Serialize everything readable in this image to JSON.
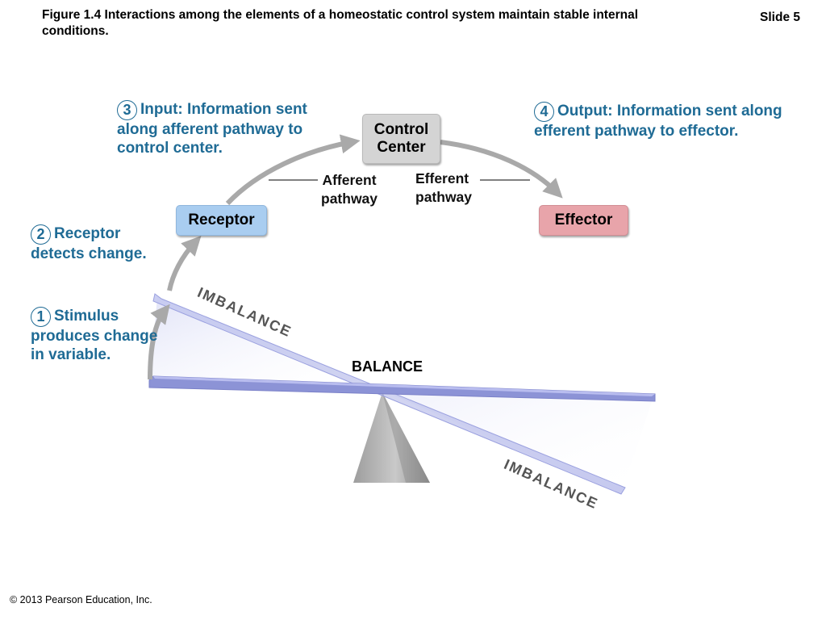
{
  "caption": "Figure 1.4  Interactions among the elements of a homeostatic control system maintain stable internal conditions.",
  "slide_label": "Slide 5",
  "copyright": "© 2013 Pearson Education, Inc.",
  "boxes": {
    "control_line1": "Control",
    "control_line2": "Center",
    "receptor": "Receptor",
    "effector": "Effector"
  },
  "steps": {
    "input": {
      "num": "3",
      "head": "Input:",
      "rest": " Information sent along afferent pathway to control center."
    },
    "output": {
      "num": "4",
      "head": "Output:",
      "rest": " Information sent along efferent pathway to effector."
    },
    "receptor": {
      "num": "2",
      "head": "Receptor",
      "rest": " detects change."
    },
    "stimulus": {
      "num": "1",
      "head": "Stimulus",
      "rest": " produces change in variable."
    }
  },
  "pathways": {
    "afferent_line1": "Afferent",
    "afferent_line2": "pathway",
    "efferent_line1": "Efferent",
    "efferent_line2": "pathway"
  },
  "seesaw": {
    "balance": "BALANCE",
    "imbalance_top": "IMBALANCE",
    "imbalance_bottom": "IMBALANCE"
  },
  "colors": {
    "step_text": "#1f6b95",
    "receptor_fill": "#a9cdf0",
    "effector_fill": "#e8a4aa",
    "control_fill": "#d4d4d4",
    "arrow_gray": "#a9a9a9",
    "beam_blue": "#8c93d6"
  }
}
